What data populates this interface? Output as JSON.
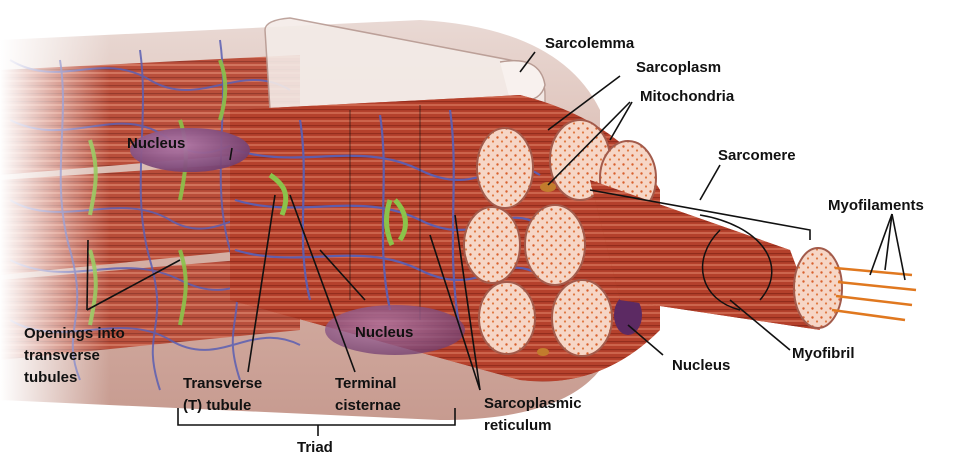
{
  "labels": {
    "sarcolemma": "Sarcolemma",
    "sarcoplasm": "Sarcoplasm",
    "mitochondria": "Mitochondria",
    "sarcomere": "Sarcomere",
    "myofilaments": "Myofilaments",
    "nucleus_left": "Nucleus",
    "nucleus_center": "Nucleus",
    "nucleus_right": "Nucleus",
    "myofibril": "Myofibril",
    "openings_line1": "Openings into",
    "openings_line2": "transverse",
    "openings_line3": "tubules",
    "ttubule_line1": "Transverse",
    "ttubule_line2": "(T) tubule",
    "terminal_line1": "Terminal",
    "terminal_line2": "cisternae",
    "sr_line1": "Sarcoplasmic",
    "sr_line2": "reticulum",
    "triad": "Triad"
  },
  "colors": {
    "muscle": "#b5412c",
    "muscle_dark": "#7e2216",
    "muscle_light": "#d7735a",
    "fiber_face": "#f6d6c6",
    "dots": "#d8602d",
    "reticulum": "#5b5fb3",
    "t_tubule": "#8bc34a",
    "membrane": "#f2e6e0",
    "nucleus": "#8e4f87"
  }
}
